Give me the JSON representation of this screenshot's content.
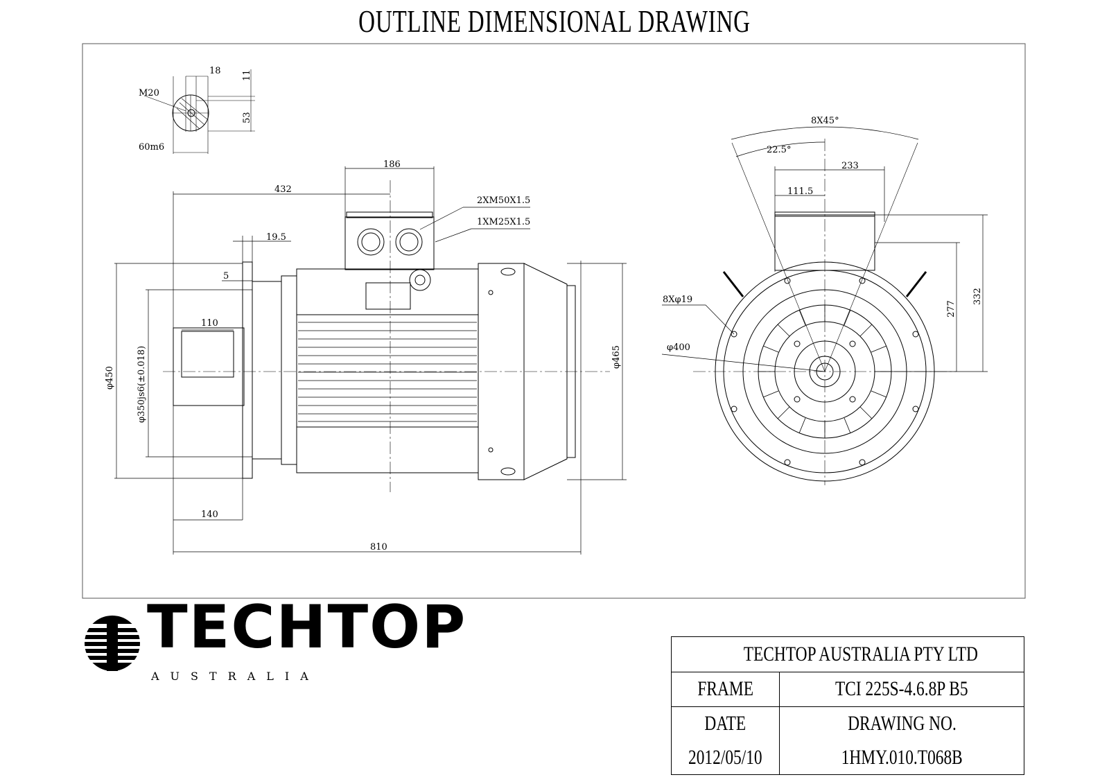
{
  "title": "OUTLINE DIMENSIONAL DRAWING",
  "dimensions": {
    "shaft_thread": "M20",
    "key_width": "18",
    "key_depth": "11",
    "shaft_height": "53",
    "shaft_dia": "60m6",
    "terminal_box_width": "186",
    "to_terminal_center": "432",
    "gland_large": "2XM50X1.5",
    "gland_small": "1XM25X1.5",
    "flange_thickness": "19.5",
    "spigot": "5",
    "flange_dia": "φ450",
    "spigot_dia": "φ350js6(±0.018)",
    "shaft_length_key": "110",
    "shaft_length": "140",
    "overall_length": "810",
    "body_dia": "φ465",
    "bolt_angle": "8X45°",
    "half_angle": "22.5°",
    "box_half_width": "233",
    "box_quarter": "111.5",
    "height_top": "332",
    "height_box": "277",
    "holes": "8Xφ19",
    "pcd": "φ400"
  },
  "logo": {
    "name": "TECHTOP",
    "sub": "AUSTRALIA"
  },
  "title_block": {
    "company": "TECHTOP AUSTRALIA PTY LTD",
    "frame_label": "FRAME",
    "frame_value": "TCI 225S-4.6.8P B5",
    "date_label": "DATE",
    "drawing_label": "DRAWING NO.",
    "date_value": "2012/05/10",
    "drawing_value": "1HMY.010.T068B"
  }
}
